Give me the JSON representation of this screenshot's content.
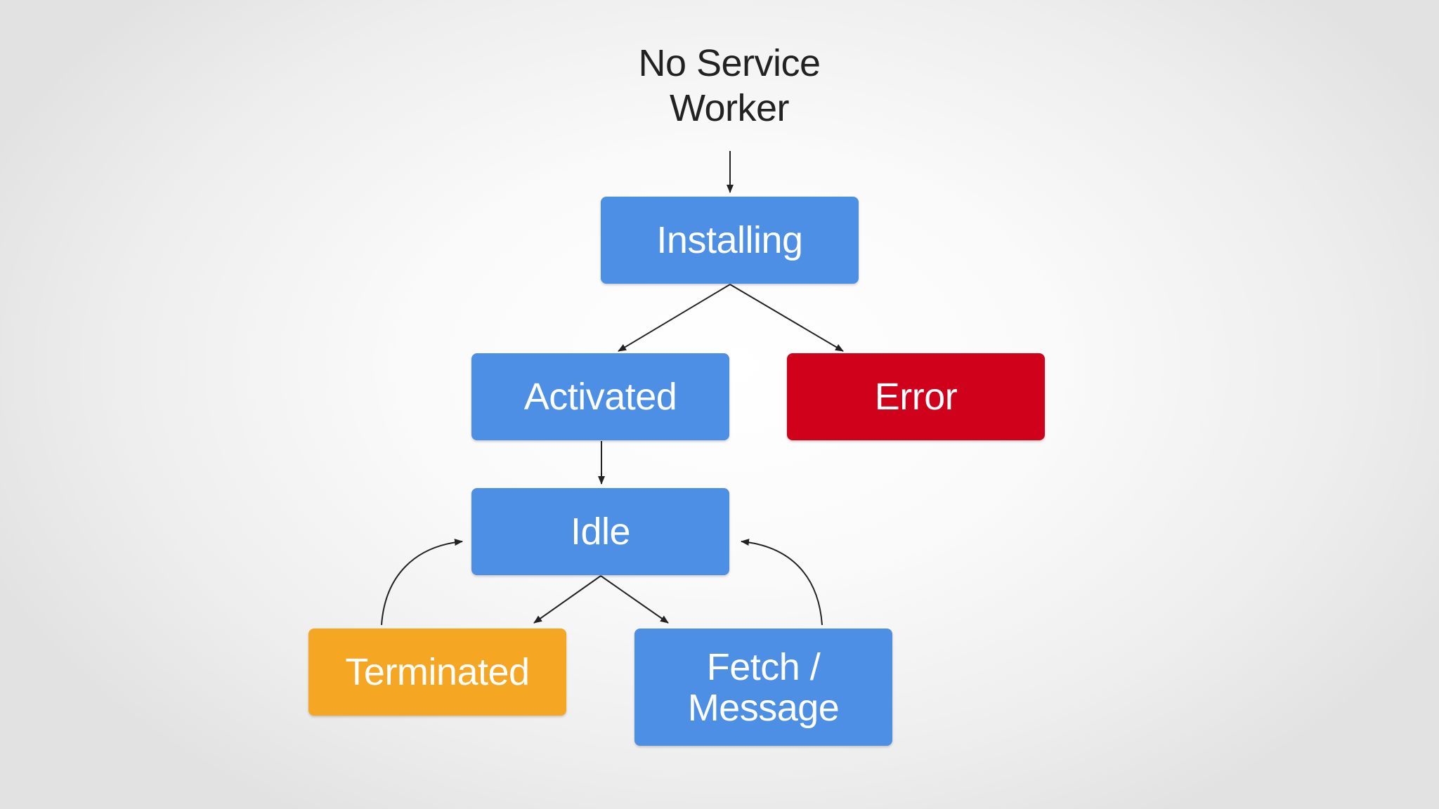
{
  "diagram": {
    "start": {
      "lines": [
        "No Service",
        "Worker"
      ]
    },
    "nodes": [
      {
        "id": "installing",
        "lines": [
          "Installing"
        ],
        "color": "#4c8fe4"
      },
      {
        "id": "activated",
        "lines": [
          "Activated"
        ],
        "color": "#4c8fe4"
      },
      {
        "id": "error",
        "lines": [
          "Error"
        ],
        "color": "#d0021b"
      },
      {
        "id": "idle",
        "lines": [
          "Idle"
        ],
        "color": "#4c8fe4"
      },
      {
        "id": "terminated",
        "lines": [
          "Terminated"
        ],
        "color": "#f5a623"
      },
      {
        "id": "fetch",
        "lines": [
          "Fetch /",
          "Message"
        ],
        "color": "#4c8fe4"
      }
    ],
    "edges": [
      {
        "from": "start",
        "to": "installing"
      },
      {
        "from": "installing",
        "to": "activated"
      },
      {
        "from": "installing",
        "to": "error"
      },
      {
        "from": "activated",
        "to": "idle"
      },
      {
        "from": "idle",
        "to": "terminated"
      },
      {
        "from": "idle",
        "to": "fetch"
      },
      {
        "from": "terminated",
        "to": "idle"
      },
      {
        "from": "fetch",
        "to": "idle"
      }
    ],
    "edge_color": "#222222"
  }
}
